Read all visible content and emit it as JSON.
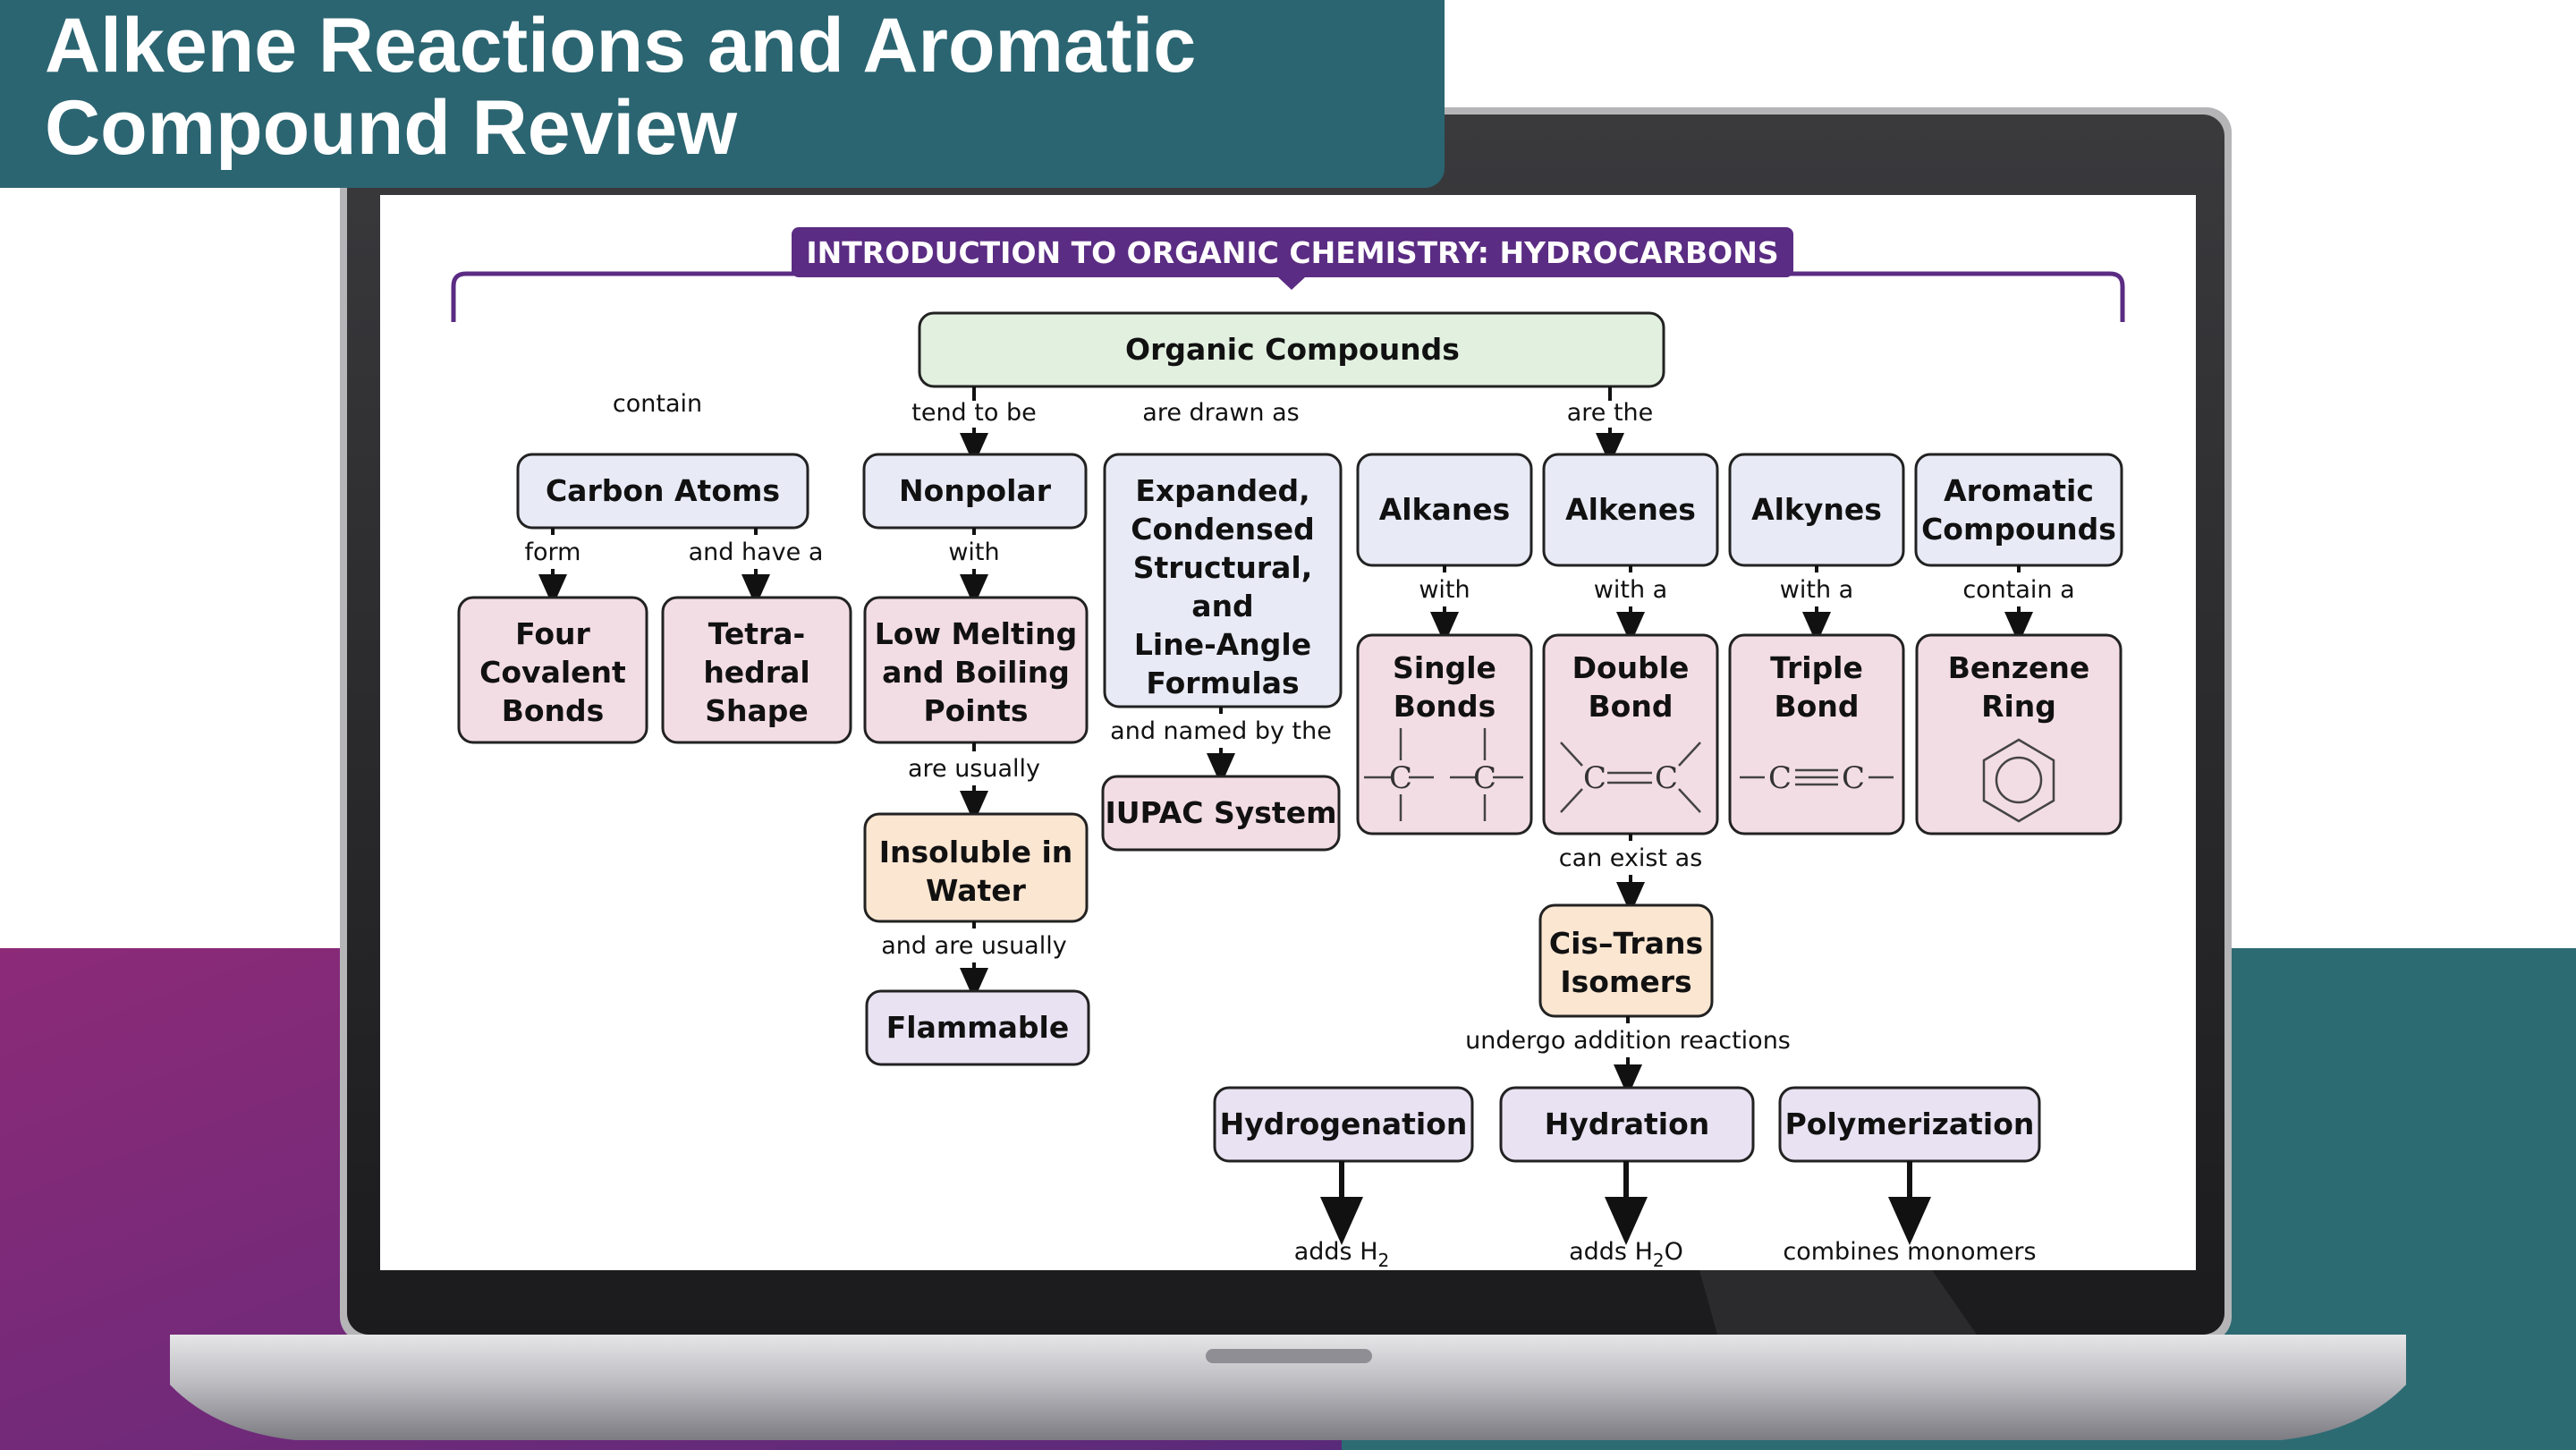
{
  "title": {
    "line1": "Alkene Reactions and Aromatic",
    "line2": "Compound Review"
  },
  "colors": {
    "banner": "#2b6571",
    "header_purple": "#5b2c83",
    "box_blue": "#e8ebf6",
    "box_green": "#e2f0e0",
    "box_pink": "#f3dde4",
    "box_peach": "#fbe6d2",
    "box_lavender": "#e9e2f2",
    "bg_magenta": "#8c2a78",
    "bg_teal": "#2d6b73"
  },
  "map": {
    "header": "INTRODUCTION TO ORGANIC CHEMISTRY: HYDROCARBONS",
    "root": "Organic Compounds",
    "links": {
      "contain": "contain",
      "tend_to_be": "tend to be",
      "are_drawn_as": "are drawn as",
      "are_the": "are the",
      "form": "form",
      "and_have_a": "and have a",
      "with": "with",
      "are_usually": "are usually",
      "and_are_usually": "and are usually",
      "and_named_by_the": "and named by the",
      "alkanes_with": "with",
      "alkenes_with_a": "with a",
      "alkynes_with_a": "with a",
      "contain_a": "contain a",
      "can_exist_as": "can exist as",
      "undergo": "undergo addition reactions"
    },
    "nodes": {
      "carbon_atoms": "Carbon Atoms",
      "four_covalent": [
        "Four",
        "Covalent",
        "Bonds"
      ],
      "tetrahedral": [
        "Tetra-",
        "hedral",
        "Shape"
      ],
      "nonpolar": "Nonpolar",
      "low_melting": [
        "Low Melting",
        "and Boiling",
        "Points"
      ],
      "insoluble": [
        "Insoluble in",
        "Water"
      ],
      "flammable": "Flammable",
      "formulas": [
        "Expanded,",
        "Condensed",
        "Structural,",
        "and",
        "Line-Angle",
        "Formulas"
      ],
      "iupac": "IUPAC System",
      "alkanes": "Alkanes",
      "alkenes": "Alkenes",
      "alkynes": "Alkynes",
      "aromatic": [
        "Aromatic",
        "Compounds"
      ],
      "single_bonds": [
        "Single",
        "Bonds"
      ],
      "double_bond": [
        "Double",
        "Bond"
      ],
      "triple_bond": [
        "Triple",
        "Bond"
      ],
      "benzene": [
        "Benzene",
        "Ring"
      ],
      "cis_trans": [
        "Cis–Trans",
        "Isomers"
      ],
      "hydrogenation": "Hydrogenation",
      "hydration": "Hydration",
      "polymerization": "Polymerization"
    },
    "chem": {
      "single": "C—C",
      "double": "C=C",
      "triple": "C≡C",
      "c": "C"
    },
    "results": {
      "hydrogenation_pre": "adds H",
      "hydrogenation_sub": "2",
      "hydration_pre": "adds H",
      "hydration_sub": "2",
      "hydration_post": "O",
      "polymerization": "combines monomers"
    }
  }
}
